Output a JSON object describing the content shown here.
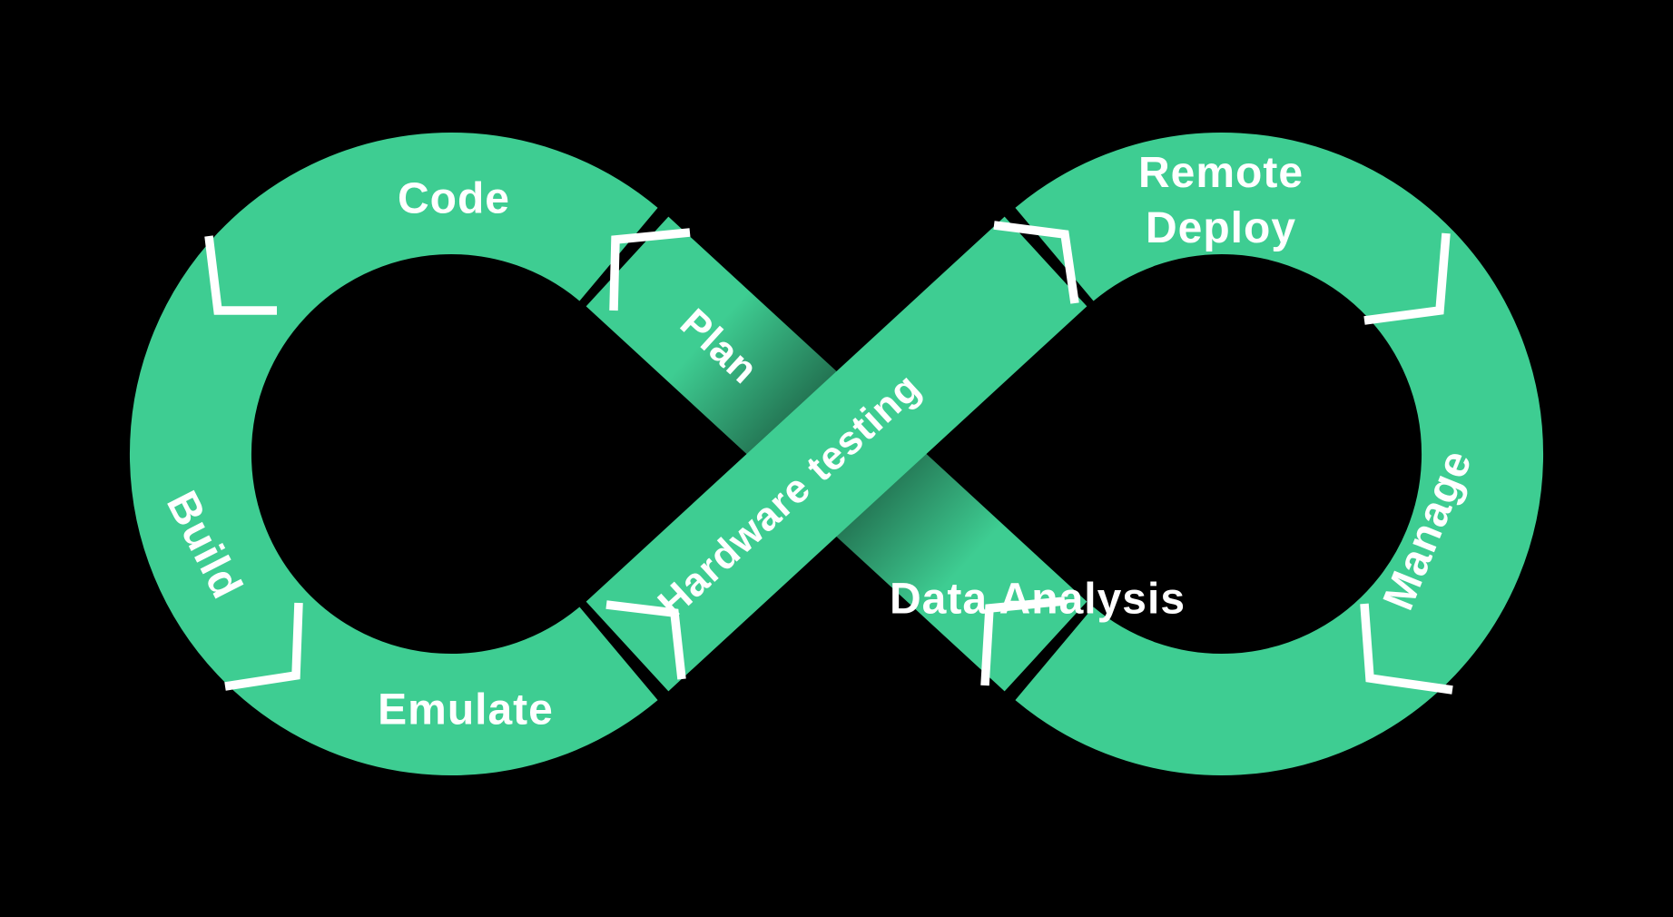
{
  "diagram": {
    "kind": "devops-infinity-loop",
    "colors": {
      "background": "#000000",
      "loop_green": "#3ECD92",
      "separator_white": "#FFFFFF",
      "label_text": "#FFFFFF",
      "crossing_shadow_dark": "#14543D"
    },
    "stages": [
      {
        "id": "plan",
        "label": "Plan"
      },
      {
        "id": "code",
        "label": "Code"
      },
      {
        "id": "build",
        "label": "Build"
      },
      {
        "id": "emulate",
        "label": "Emulate"
      },
      {
        "id": "hardware-testing",
        "label": "Hardware testing"
      },
      {
        "id": "remote-deploy",
        "label": "Remote\nDeploy"
      },
      {
        "id": "manage",
        "label": "Manage"
      },
      {
        "id": "data-analysis",
        "label": "Data Analysis"
      }
    ]
  }
}
